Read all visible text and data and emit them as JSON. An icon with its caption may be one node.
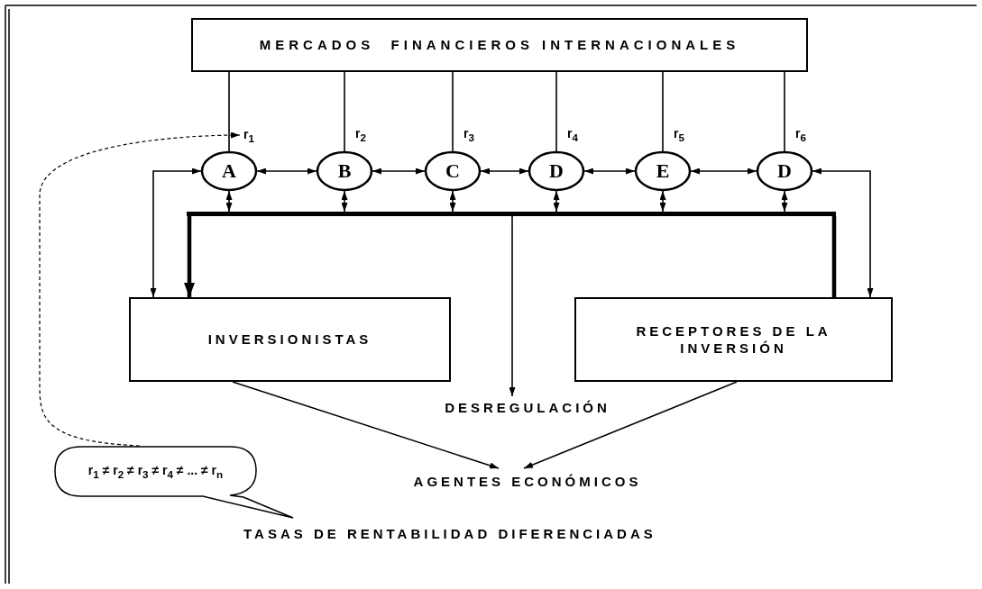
{
  "diagram": {
    "nodes": [
      {
        "text": [
          "MERCADOS  FINANCIEROS INTERNACIONALES"
        ]
      },
      {
        "text": [
          "r$_{1}$"
        ]
      },
      {
        "text": [
          "A"
        ]
      },
      {
        "text": [
          "B"
        ]
      },
      {
        "text": [
          "C"
        ]
      },
      {
        "text": [
          "D"
        ]
      },
      {
        "text": [
          "E"
        ]
      },
      {
        "text": [
          "D"
        ]
      },
      {
        "text": [],
        "shape": "bar"
      },
      {
        "text": [
          "INVERSIONISTAS"
        ]
      },
      {
        "text": [
          "RECEPTORES DE LA INVERSIÓN"
        ]
      },
      {
        "text": [
          "DESREGULACIÓN"
        ]
      },
      {
        "text": [
          "AGENTES ECONÓMICOS"
        ]
      },
      {
        "text": [
          "r$_{1}$ ≠ r$_{2}$ ≠ r$_{3}$ ≠ r$_{4}$ ≠ ... ≠ r$_{n}$"
        ]
      }
    ],
    "edges": [
      {
        "from": 0,
        "to": 2,
        "arrow": "none"
      },
      {
        "from": 0,
        "to": 3,
        "arrow": "none"
      },
      {
        "from": 0,
        "to": 4,
        "arrow": "none"
      },
      {
        "from": 0,
        "to": 5,
        "arrow": "none"
      },
      {
        "from": 0,
        "to": 6,
        "arrow": "none"
      },
      {
        "from": 0,
        "to": 7,
        "arrow": "none"
      },
      {
        "from": 2,
        "to": 3,
        "arrow": "both"
      },
      {
        "from": 3,
        "to": 4,
        "arrow": "both"
      },
      {
        "from": 4,
        "to": 5,
        "arrow": "both"
      },
      {
        "from": 5,
        "to": 6,
        "arrow": "both"
      },
      {
        "from": 6,
        "to": 7,
        "arrow": "both"
      },
      {
        "from": 2,
        "to": 9,
        "arrow": "both"
      },
      {
        "from": 7,
        "to": 10,
        "arrow": "both"
      },
      {
        "from": 2,
        "to": 8,
        "arrow": "both"
      },
      {
        "from": 3,
        "to": 8,
        "arrow": "both"
      },
      {
        "from": 4,
        "to": 8,
        "arrow": "both"
      },
      {
        "from": 5,
        "to": 8,
        "arrow": "both"
      },
      {
        "from": 6,
        "to": 8,
        "arrow": "both"
      },
      {
        "from": 7,
        "to": 8,
        "arrow": "both"
      },
      {
        "from": 8,
        "to": 9,
        "arrow": "to",
        "style": "thick"
      },
      {
        "from": 8,
        "to": 10,
        "arrow": "none",
        "style": "thick"
      },
      {
        "from": 8,
        "to": 11,
        "arrow": "to"
      },
      {
        "from": 9,
        "to": 12,
        "arrow": "to"
      },
      {
        "from": 10,
        "to": 12,
        "arrow": "to"
      },
      {
        "from": 13,
        "to": 1,
        "arrow": "to",
        "style": "dashed"
      }
    ],
    "labels": [
      "r$_{2}$",
      "r$_{3}$",
      "r$_{4}$",
      "r$_{5}$",
      "r$_{6}$",
      "TASAS DE RENTABILIDAD DIFERENCIADAS"
    ]
  }
}
